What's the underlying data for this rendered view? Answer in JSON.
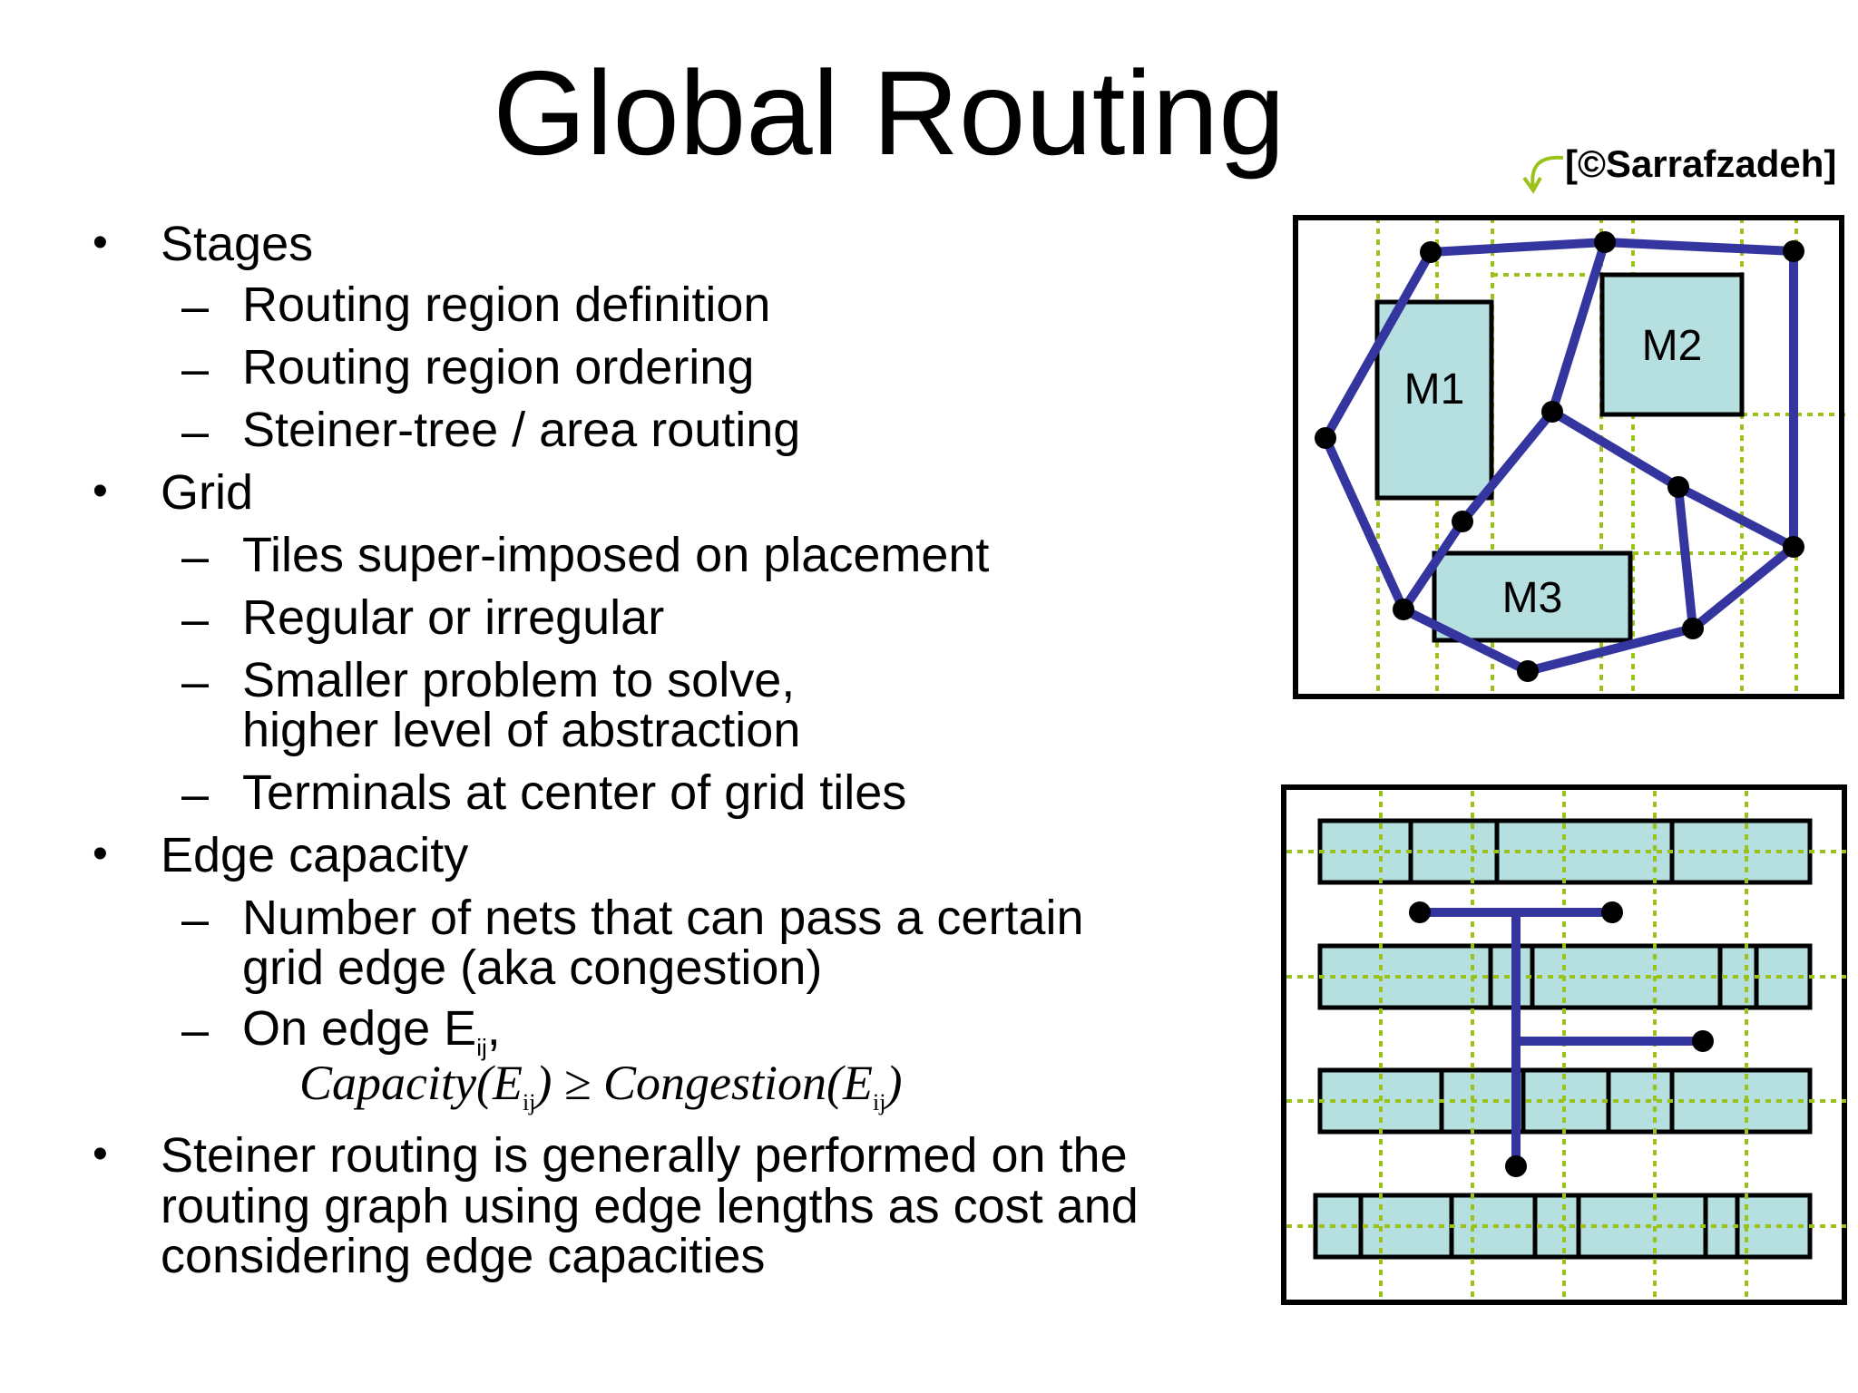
{
  "slide": {
    "title": "Global Routing",
    "credit": "[©Sarrafzadeh]",
    "bullets": [
      {
        "text": "Stages",
        "subs": [
          "Routing region definition",
          "Routing region ordering",
          "Steiner-tree / area routing"
        ]
      },
      {
        "text": "Grid",
        "subs": [
          "Tiles super-imposed on placement",
          "Regular or irregular",
          "Smaller problem to solve,",
          "higher level of abstraction",
          "Terminals at center of grid tiles"
        ]
      },
      {
        "text": "Edge capacity",
        "subs": [
          "Number of nets that can pass a certain",
          "grid edge (aka congestion)",
          "On edge E",
          "ij",
          ","
        ]
      },
      {
        "lines": [
          "Steiner routing is generally performed on the",
          "routing graph using edge lengths as cost and",
          "considering edge capacities"
        ]
      }
    ],
    "formula": {
      "left": "Capacity(E",
      "sub1": "ij",
      "mid": ") ≥ Congestion(E",
      "sub2": "ij",
      "right": ")"
    }
  },
  "diagram_top": {
    "modules": [
      "M1",
      "M2",
      "M3"
    ]
  },
  "colors": {
    "wire": "#3535a0",
    "module_fill": "#b6dfe0",
    "grid": "#9bc21a",
    "credit_arrow": "#9bc21a"
  }
}
